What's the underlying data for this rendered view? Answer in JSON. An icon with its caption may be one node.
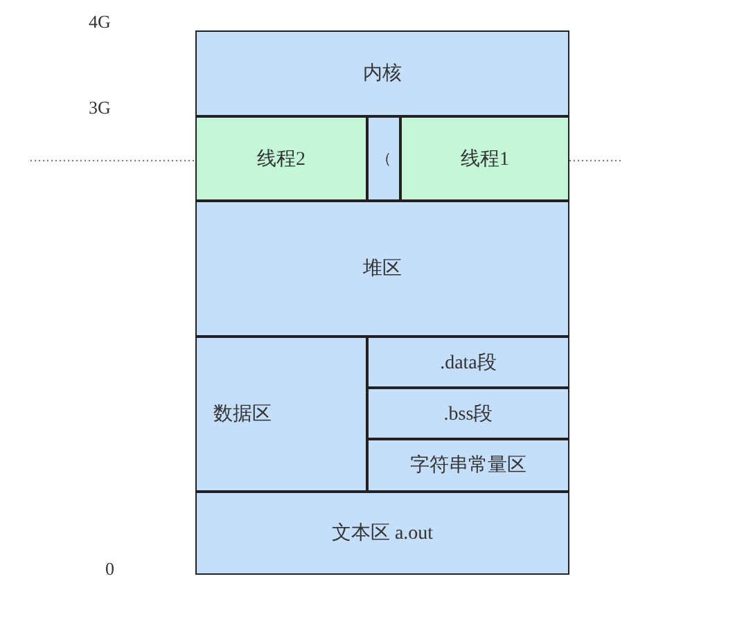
{
  "diagram": {
    "nodes": [
      {
        "text": [
          "内核"
        ]
      },
      {
        "text": [
          "线程2"
        ]
      },
      {
        "text": [
          "（"
        ]
      },
      {
        "text": [
          "线程1"
        ]
      },
      {
        "text": [
          "堆区"
        ]
      },
      {
        "text": [
          "数据区"
        ]
      },
      {
        "text": [
          ".data段"
        ]
      },
      {
        "text": [
          ".bss段"
        ]
      },
      {
        "text": [
          "字符串常量区"
        ]
      },
      {
        "text": [
          "文本区 a.out"
        ]
      }
    ],
    "labels": [
      "4G",
      "3G",
      "0"
    ]
  }
}
